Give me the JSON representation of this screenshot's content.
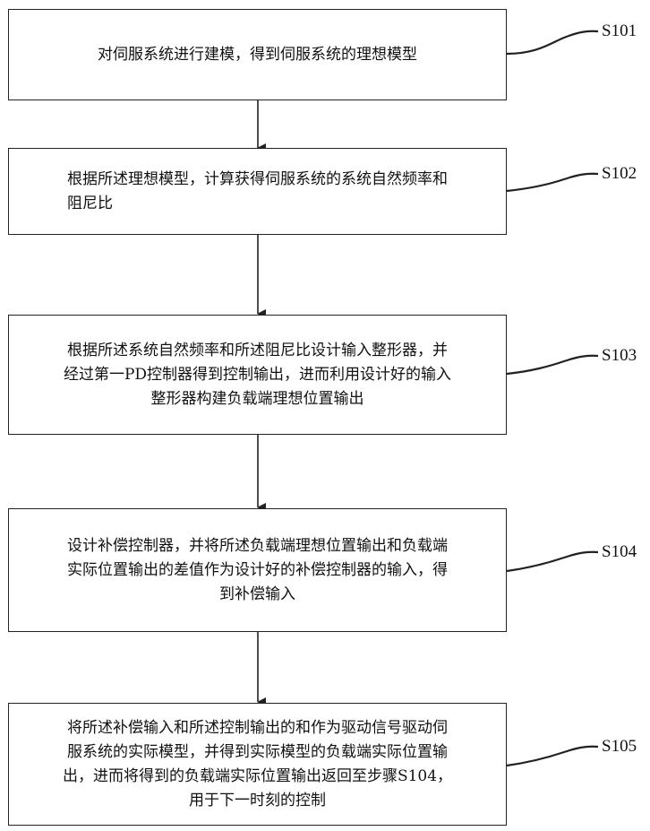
{
  "steps": [
    {
      "id": "S101",
      "text": "对伺服系统进行建模，得到伺服系统的理想模型"
    },
    {
      "id": "S102",
      "text": "根据所述理想模型，计算获得伺服系统的系统自然频率和\n阻尼比"
    },
    {
      "id": "S103",
      "text": "根据所述系统自然频率和所述阻尼比设计输入整形器，并\n经过第一PD控制器得到控制输出，进而利用设计好的输入\n整形器构建负载端理想位置输出"
    },
    {
      "id": "S104",
      "text": "设计补偿控制器，并将所述负载端理想位置输出和负载端\n实际位置输出的差值作为设计好的补偿控制器的输入，得\n到补偿输入"
    },
    {
      "id": "S105",
      "text": "将所述补偿输入和所述控制输出的和作为驱动信号驱动伺\n服系统的实际模型，并得到实际模型的负载端实际位置输\n出，进而将得到的负载端实际位置输出返回至步骤S104，\n用于下一时刻的控制"
    }
  ]
}
